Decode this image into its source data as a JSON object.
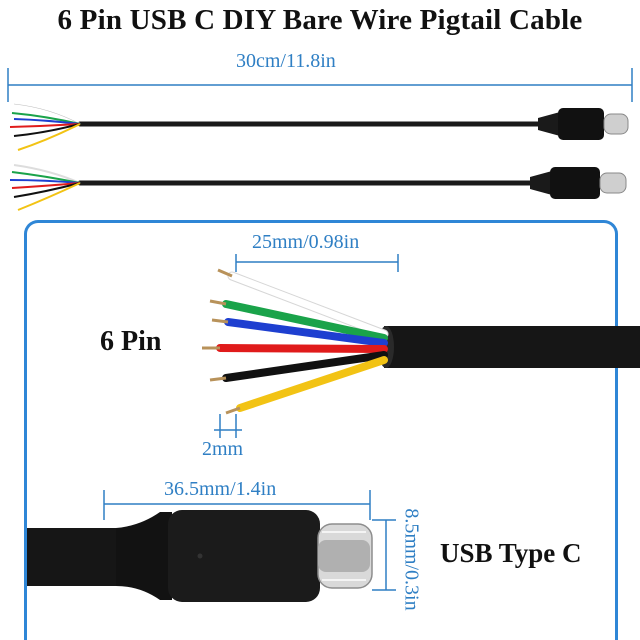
{
  "title": "6 Pin USB C DIY Bare Wire Pigtail Cable",
  "dimensions": {
    "cable_length": "30cm/11.8in",
    "strip_length": "25mm/0.98in",
    "tip_length": "2mm",
    "connector_length": "36.5mm/1.4in",
    "connector_height": "8.5mm/0.3in"
  },
  "labels": {
    "pin_count": "6 Pin",
    "connector_type": "USB Type C"
  },
  "colors": {
    "accent": "#2f86d6",
    "wires": [
      "#ffffff",
      "#1aa34a",
      "#1e3fd0",
      "#e01b1b",
      "#111111",
      "#f2c314"
    ],
    "cable": "#1a1a1a"
  }
}
